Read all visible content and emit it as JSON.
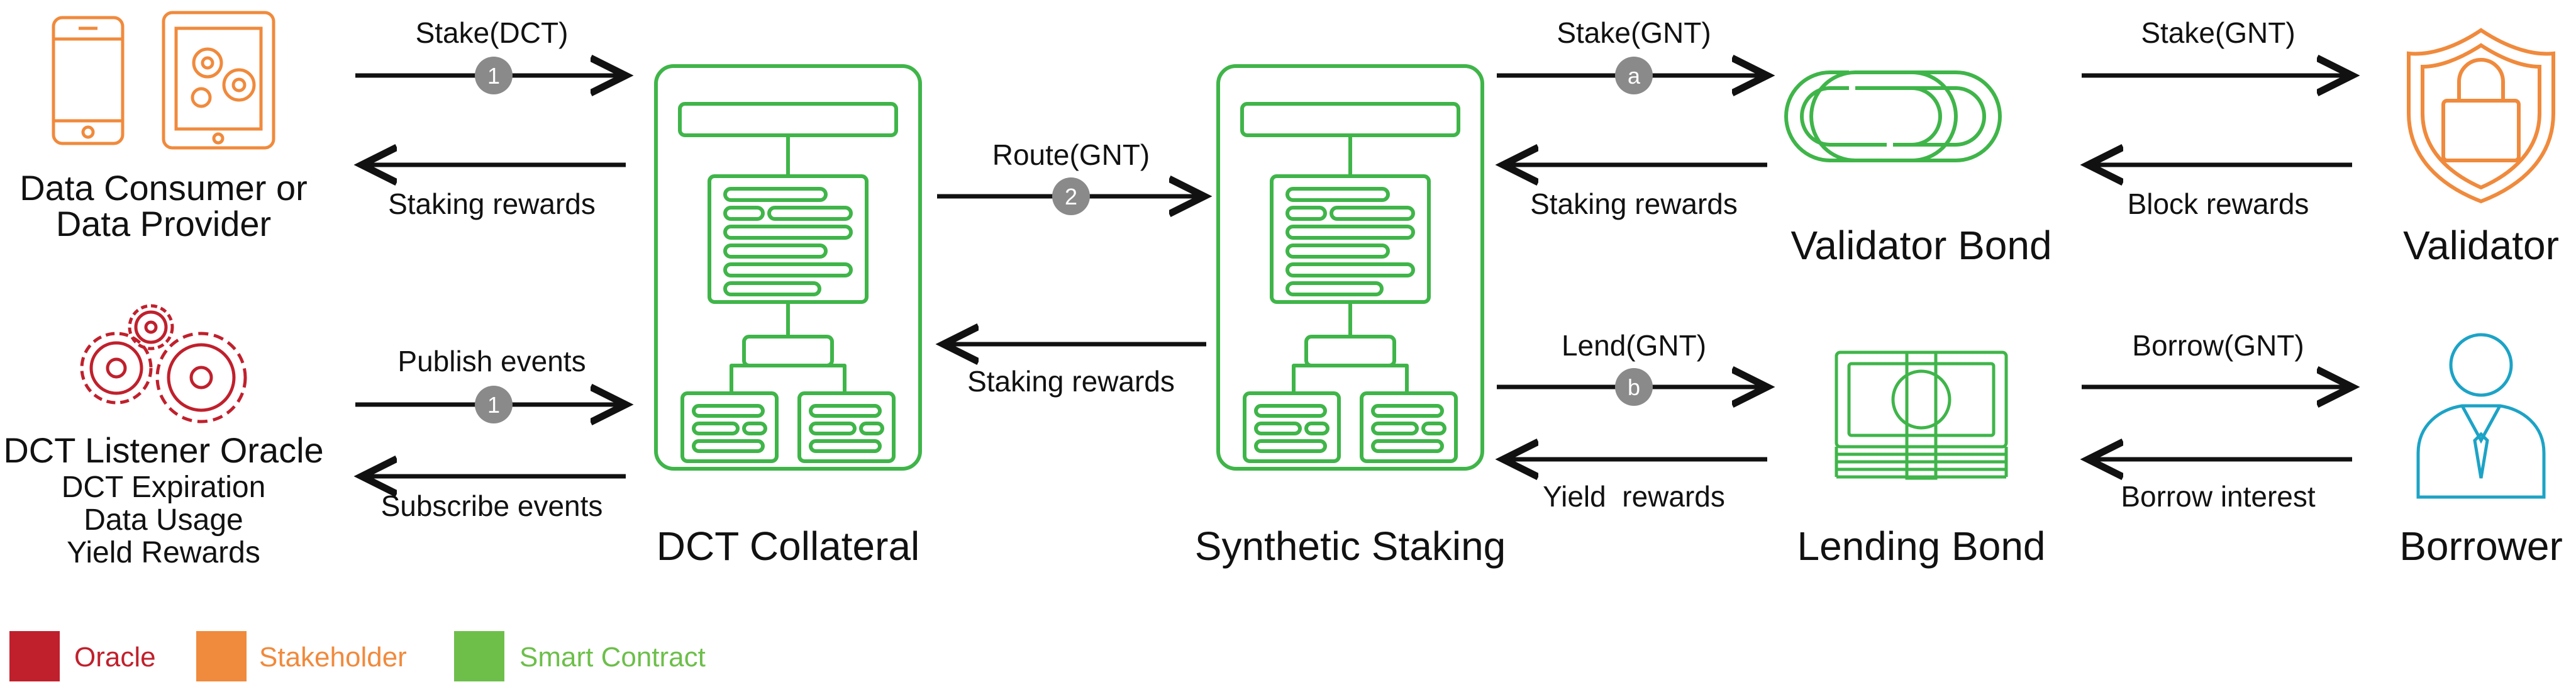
{
  "colors": {
    "oracle": "#c0202c",
    "stakeholder": "#f08a3c",
    "smart_contract": "#3fb549",
    "borrower_blue": "#1ca3c6",
    "step_badge": "#8a8a8a",
    "arrow": "#111111"
  },
  "actors": {
    "consumer": {
      "line1": "Data Consumer or",
      "line2": "Data Provider",
      "icon": "phone-tablet-icon"
    },
    "oracle": {
      "title": "DCT Listener Oracle",
      "sub1": "DCT Expiration",
      "sub2": "Data Usage",
      "sub3": "Yield Rewards",
      "icon": "gears-icon"
    },
    "validator": {
      "label": "Validator",
      "icon": "shield-lock-icon"
    },
    "borrower": {
      "label": "Borrower",
      "icon": "person-icon"
    }
  },
  "contracts": {
    "collateral": {
      "label": "DCT Collateral",
      "icon": "contract-flowchart-icon"
    },
    "staking": {
      "label": "Synthetic Staking",
      "icon": "contract-flowchart-icon"
    },
    "validator_bond": {
      "label": "Validator Bond",
      "icon": "chain-link-icon"
    },
    "lending_bond": {
      "label": "Lending Bond",
      "icon": "cash-stack-icon"
    }
  },
  "arrows": {
    "stake_dct": {
      "label": "Stake(DCT)",
      "step": "1"
    },
    "staking_rewards_consumer": {
      "label": "Staking rewards"
    },
    "publish_events": {
      "label": "Publish events",
      "step": "1"
    },
    "subscribe_events": {
      "label": "Subscribe events"
    },
    "route_gnt": {
      "label": "Route(GNT)",
      "step": "2"
    },
    "staking_rewards_mid": {
      "label": "Staking rewards"
    },
    "stake_gnt_a": {
      "label": "Stake(GNT)",
      "step": "a"
    },
    "staking_rewards_vb": {
      "label": "Staking rewards"
    },
    "lend_gnt": {
      "label": "Lend(GNT)",
      "step": "b"
    },
    "yield_rewards": {
      "label": "Yield  rewards"
    },
    "stake_gnt_validator": {
      "label": "Stake(GNT)"
    },
    "block_rewards": {
      "label": "Block rewards"
    },
    "borrow_gnt": {
      "label": "Borrow(GNT)"
    },
    "borrow_interest": {
      "label": "Borrow interest"
    }
  },
  "legend": [
    {
      "label": "Oracle",
      "color": "#c0202c"
    },
    {
      "label": "Stakeholder",
      "color": "#f08a3c"
    },
    {
      "label": "Smart Contract",
      "color": "#6dbf4a"
    }
  ]
}
